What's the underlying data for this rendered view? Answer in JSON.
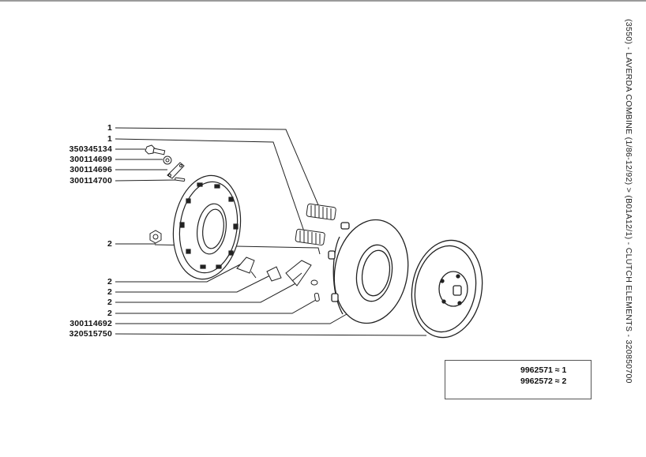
{
  "sidebar_title": "(3550) - LAVERDA COMBINE (1/86-12/92) > (B01A12/1) - CLUTCH ELEMENTS - 320850700",
  "callouts": [
    {
      "label": "1"
    },
    {
      "label": "1"
    },
    {
      "label": "350345134"
    },
    {
      "label": "300114699"
    },
    {
      "label": "300114696"
    },
    {
      "label": "300114700"
    },
    {
      "label": "2"
    },
    {
      "label": "2"
    },
    {
      "label": "2"
    },
    {
      "label": "2"
    },
    {
      "label": "2"
    },
    {
      "label": "300114692"
    },
    {
      "label": "320515750"
    }
  ],
  "legend": {
    "rows": [
      {
        "text": "9962571 ≈ 1"
      },
      {
        "text": "9962572 ≈ 2"
      }
    ]
  }
}
